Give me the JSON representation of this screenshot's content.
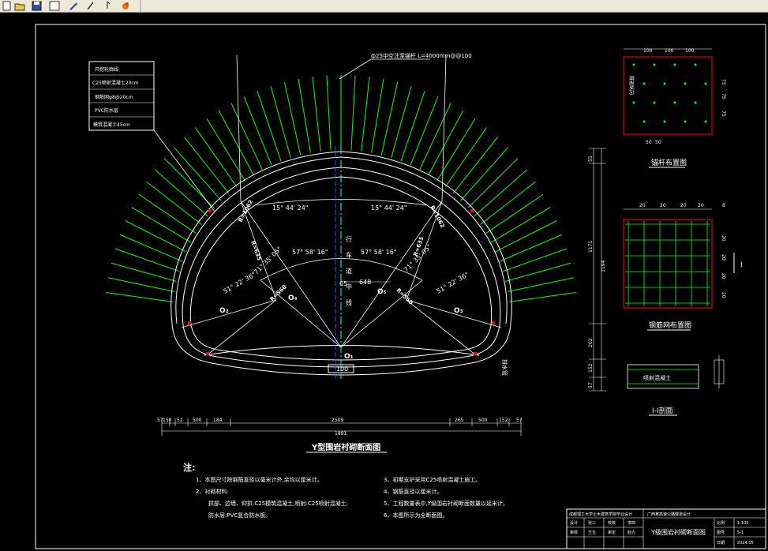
{
  "toolbar": {
    "icons": [
      "new-icon",
      "open-icon",
      "save-icon",
      "layers-icon",
      "pen-icon",
      "help-icon",
      "plugin-icon"
    ]
  },
  "drawing": {
    "title": "Y型围岩衬砌断面图",
    "anchor_callout": "ф25中空注浆锚杆 L=4000mm@@100",
    "layer_legend": [
      "开挖轮廓线",
      "C25喷射混凝土20cm",
      "钢筋网φ8@20cm",
      "PVC防水层",
      "模筑混凝土45cm"
    ],
    "angles": {
      "a1": "15° 44' 24\"",
      "a2": "15° 44' 24\"",
      "a3": "57° 58' 16\"",
      "a4": "57° 58' 16\"",
      "a5": "71° 35' 05\"",
      "a6": "71° 35' 05\"",
      "a7": "51° 22' 36\"",
      "a8": "51° 22' 36\""
    },
    "radius_labels": {
      "r1": "R=1062",
      "r2": "R=1062",
      "r3": "R=635",
      "r4": "R=635",
      "r5": "R=560",
      "r6": "R=560"
    },
    "center_labels": {
      "o1": "O₁",
      "o2": "O₂",
      "o3": "O₃",
      "o4": "O₄",
      "o5": "O₅"
    },
    "centerline_text": [
      "行",
      "车",
      "道",
      "中",
      "线"
    ],
    "center_dims": {
      "d1": "65",
      "d2": "648",
      "d3": "100"
    },
    "bottom_dims": {
      "parts": [
        "57",
        "150",
        "52",
        "500",
        "184",
        "2509",
        "265",
        "500",
        "152",
        "57"
      ],
      "total": "1891"
    },
    "right_vertical_dims": [
      "57",
      "152",
      "202",
      "1194",
      "1171",
      "55"
    ],
    "right_dims_extra": "8",
    "drain_label": "排水管",
    "notes_title": "注:",
    "notes": [
      "1、本图尺寸除钢筋直径以毫米计外,余均以厘米计。",
      "2、衬砌材料:",
      "拱部、边墙、仰拱:C25模筑混凝土;喷射:C25喷射混凝土;",
      "防水层:PVC复合防水板。",
      "3、初期支护采用C25喷射混凝土施工。",
      "4、钢筋直径以厘米计。",
      "5、工程数量表中,Y级围岩衬砌断面数量以延米计。",
      "6、本图所示为全断面图。"
    ],
    "anchor_layout": {
      "title": "锚杆布置图",
      "side_label": "隧道纵向",
      "top_dims": [
        "100",
        "100",
        "100"
      ],
      "bottom_dims": [
        "50",
        "50"
      ],
      "right_dims": [
        "75",
        "75",
        "75"
      ]
    },
    "mesh_layout": {
      "title": "钢筋网布置图",
      "top_dims": [
        "20",
        "20",
        "20",
        "20"
      ],
      "right_dims": [
        "20",
        "20",
        "20",
        "20"
      ],
      "section_mark": "I"
    },
    "section_view": {
      "title": "I-I剖面",
      "label": "喷射混凝土"
    },
    "title_block": {
      "school": "成都理工大学土木建筑学院毕业设计",
      "project": "广西某高速公路隧道设计",
      "drawing_name": "Y级围岩衬砌断面图",
      "row1": [
        "设计",
        "张三",
        "校核",
        "李四"
      ],
      "row2": [
        "审核",
        "王五",
        "审定",
        "赵六"
      ],
      "scale_label": "比例",
      "scale": "1:100",
      "sheet_label": "图号",
      "sheet": "S-1",
      "date_label": "日期",
      "date": "2024.05"
    },
    "colors": {
      "lines": "#ffffff",
      "anchors": "#00ff00",
      "mesh": "#00ff00",
      "highlight": "#ff0000",
      "centerline": "#00ffff"
    }
  }
}
